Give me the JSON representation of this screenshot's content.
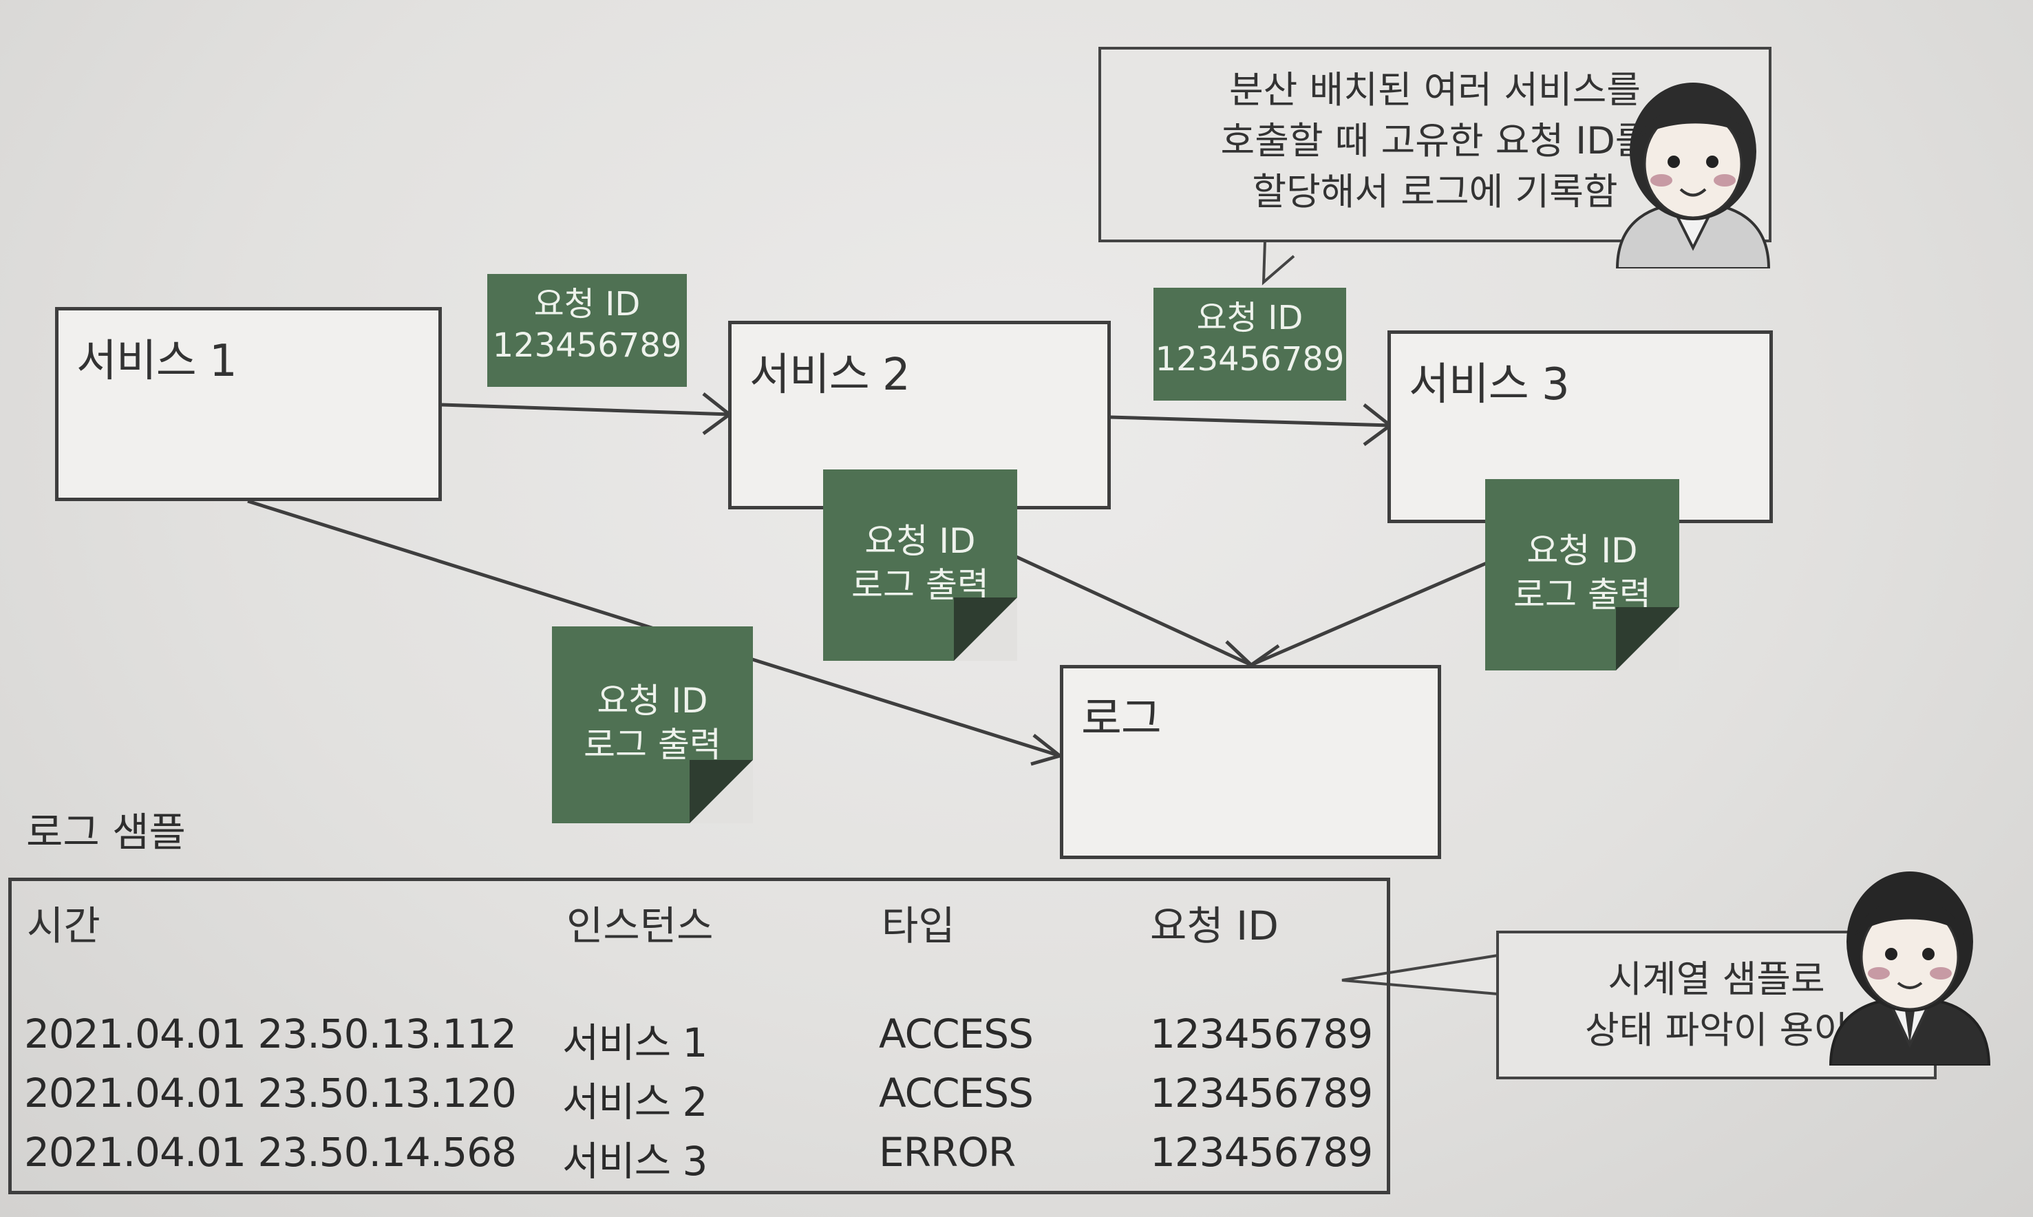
{
  "services": {
    "service1": "서비스 1",
    "service2": "서비스 2",
    "service3": "서비스 3",
    "log": "로그"
  },
  "request_tags": [
    {
      "line1": "요청 ID",
      "line2": "123456789"
    },
    {
      "line1": "요청 ID",
      "line2": "123456789"
    }
  ],
  "log_notes": [
    {
      "line1": "요청 ID",
      "line2": "로그 출력"
    },
    {
      "line1": "요청 ID",
      "line2": "로그 출력"
    },
    {
      "line1": "요청 ID",
      "line2": "로그 출력"
    }
  ],
  "bubble_top": [
    "분산 배치된 여러 서비스를",
    "호출할 때 고유한 요청 ID를",
    "할당해서 로그에 기록함"
  ],
  "bubble_bottom": [
    "시계열 샘플로",
    "상태 파악이 용이"
  ],
  "log_sample": {
    "title": "로그 샘플",
    "headers": [
      "시간",
      "인스턴스",
      "타입",
      "요청 ID"
    ],
    "rows": [
      [
        "2021.04.01 23.50.13.112",
        "서비스 1",
        "ACCESS",
        "123456789"
      ],
      [
        "2021.04.01 23.50.13.120",
        "서비스 2",
        "ACCESS",
        "123456789"
      ],
      [
        "2021.04.01 23.50.14.568",
        "서비스 3",
        "ERROR",
        "123456789"
      ]
    ]
  },
  "colors": {
    "note_green": "#4f7153",
    "border": "#3e3e3e",
    "paper": "#e3e2e0"
  }
}
